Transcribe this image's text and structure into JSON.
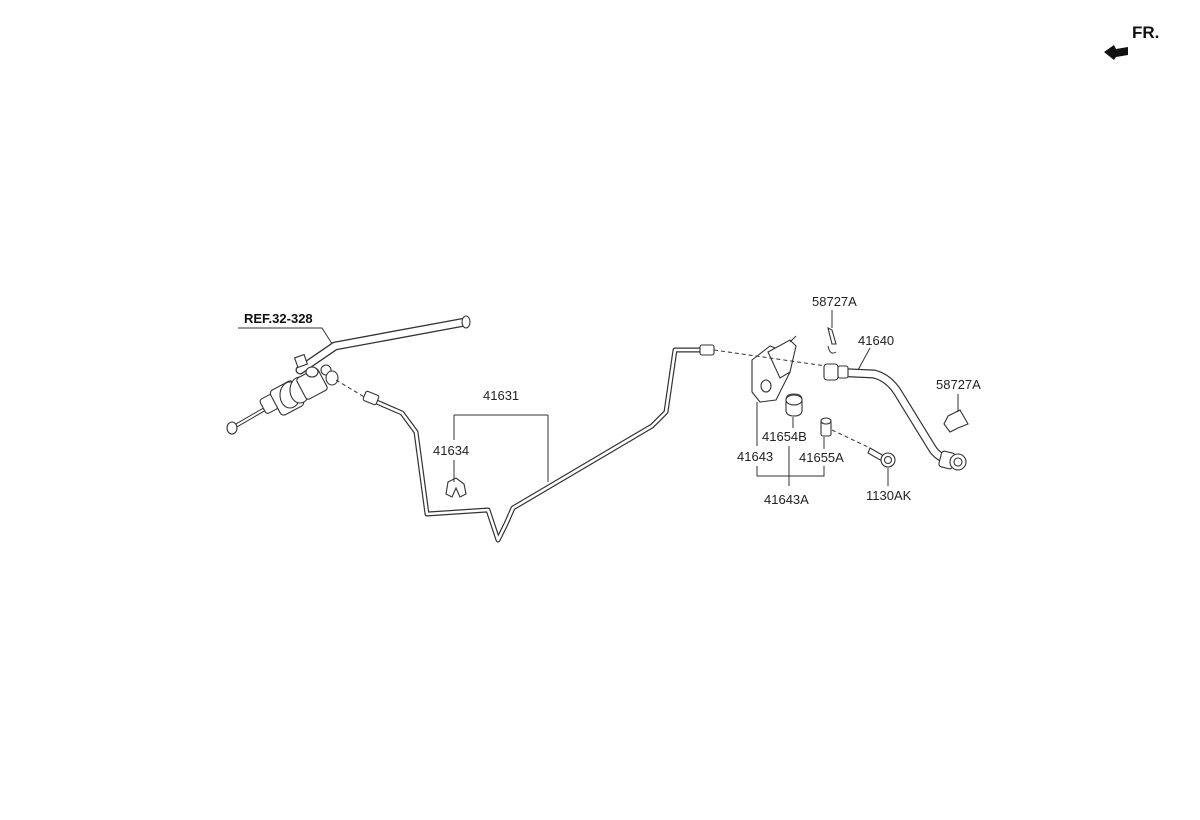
{
  "direction": {
    "label": "FR.",
    "icon": "front-direction-arrow-icon"
  },
  "reference": {
    "label": "REF.32-328"
  },
  "parts": {
    "p41631": "41631",
    "p41634": "41634",
    "p41643": "41643",
    "p41654B": "41654B",
    "p41655A": "41655A",
    "p41643A": "41643A",
    "p58727A_top": "58727A",
    "p41640": "41640",
    "p58727A_right": "58727A",
    "p1130AK": "1130AK"
  },
  "colors": {
    "line": "#333333",
    "background": "#ffffff"
  }
}
